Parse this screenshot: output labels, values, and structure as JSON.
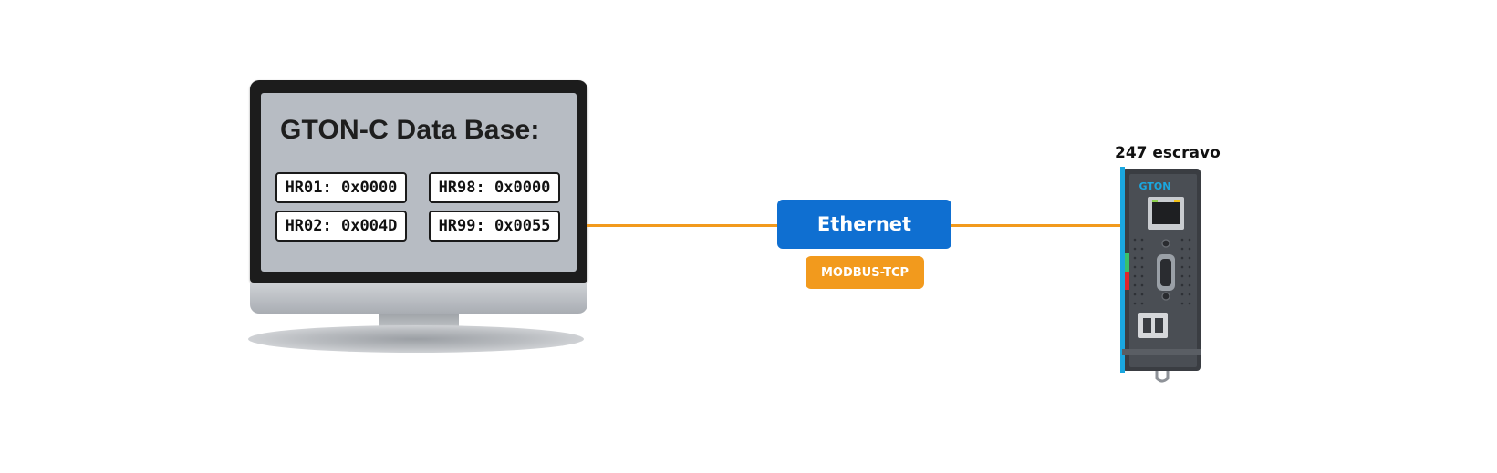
{
  "monitor": {
    "title": "GTON-C Data Base:",
    "registers": [
      {
        "name": "HR01",
        "value": "0x0000"
      },
      {
        "name": "HR98",
        "value": "0x0000"
      },
      {
        "name": "HR02",
        "value": "0x004D"
      },
      {
        "name": "HR99",
        "value": "0x0055"
      }
    ]
  },
  "link": {
    "ethernet_label": "Ethernet",
    "protocol_label": "MODBUS-TCP"
  },
  "device": {
    "label": "247 escravo",
    "brand": "GTON"
  },
  "colors": {
    "wire": "#f29a1d",
    "ethernet": "#0f6fd1",
    "protocol": "#f29a1d",
    "device_accent": "#1aa7e0"
  },
  "icons": {
    "master": "monitor-icon",
    "slave": "gateway-device-icon"
  }
}
